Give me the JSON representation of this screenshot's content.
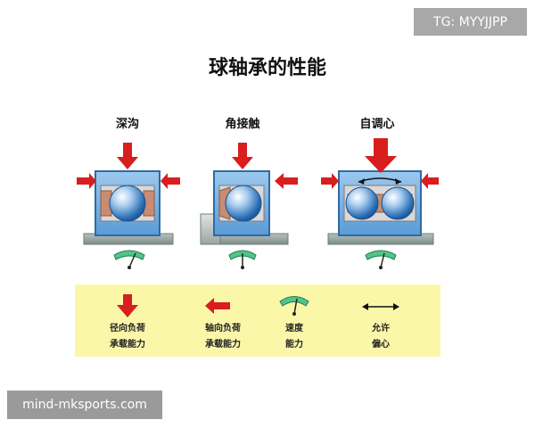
{
  "watermark_top": "TG: MYYJJPP",
  "title": "球轴承的性能",
  "bearings": [
    {
      "label": "深沟"
    },
    {
      "label": "角接触"
    },
    {
      "label": "自调心"
    }
  ],
  "legend": [
    {
      "line1": "径向负荷",
      "line2": "承载能力",
      "icon": "radial-load-arrow-icon"
    },
    {
      "line1": "轴向负荷",
      "line2": "承载能力",
      "icon": "axial-load-arrow-icon"
    },
    {
      "line1": "速度",
      "line2": "能力",
      "icon": "speed-gauge-icon"
    },
    {
      "line1": "允许",
      "line2": "偏心",
      "icon": "misalignment-double-arrow-icon"
    }
  ],
  "watermark_bottom": "mind-mksports.com",
  "colors": {
    "arrow": "#d81e1e",
    "housing": "#6aa9dc",
    "housing_dark": "#3d7bb8",
    "ball": "#2a6fb5",
    "race": "#c98b72",
    "base": "#8c9a96",
    "legend_bg": "#fbf7a9",
    "gauge": "#52c48a"
  }
}
